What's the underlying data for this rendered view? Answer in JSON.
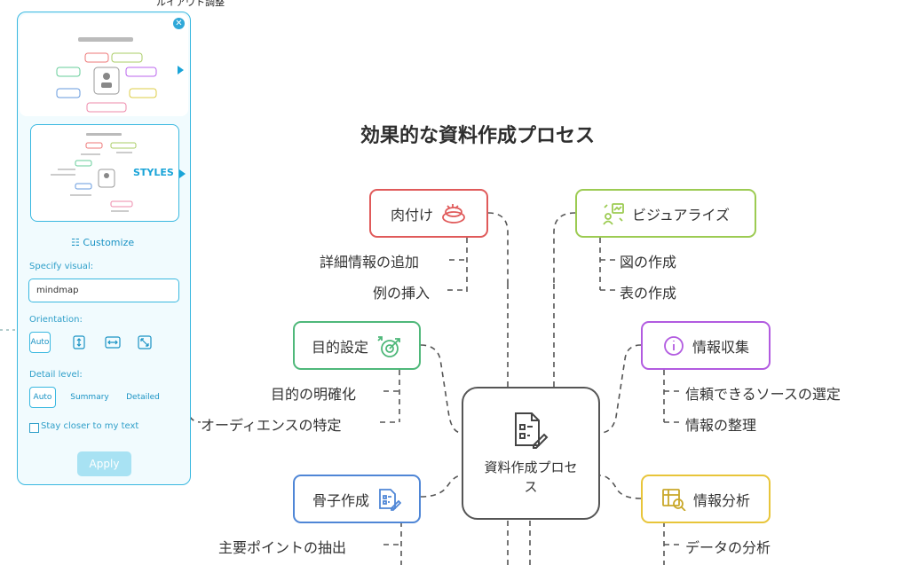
{
  "top_label": "ルイアウト調整",
  "title": "効果的な資料作成プロセス",
  "center": {
    "label": "資料作成プロセス"
  },
  "nodes": {
    "nikuzuke": {
      "label": "肉付け",
      "color": "#e05a5a"
    },
    "visualize": {
      "label": "ビジュアライズ",
      "color": "#9ccb52"
    },
    "mokuteki": {
      "label": "目的設定",
      "color": "#4fb87a"
    },
    "joho_shushu": {
      "label": "情報収集",
      "color": "#b25be0"
    },
    "honeshi": {
      "label": "骨子作成",
      "color": "#4f86d6"
    },
    "joho_bunseki": {
      "label": "情報分析",
      "color": "#e8c53a"
    }
  },
  "leaves": {
    "detail_add": "詳細情報の追加",
    "example_insert": "例の挿入",
    "figure_make": "図の作成",
    "table_make": "表の作成",
    "purpose_clarify": "目的の明確化",
    "audience_identify": "オーディエンスの特定",
    "source_select": "信頼できるソースの選定",
    "info_organize": "情報の整理",
    "main_points": "主要ポイントの抽出",
    "data_analysis": "データの分析"
  },
  "panel": {
    "styles_label": "STYLES",
    "customize_label": "Customize",
    "specify_visual_label": "Specify visual:",
    "visual_value": "mindmap",
    "orientation_label": "Orientation:",
    "orientation_auto": "Auto",
    "detail_label": "Detail level:",
    "detail_options": [
      "Auto",
      "Summary",
      "Detailed"
    ],
    "stay_closer": "Stay closer to my text",
    "apply": "Apply"
  },
  "colors": {
    "accent": "#39b8e0",
    "panel_bg": "#f1fbfe",
    "apply_bg": "#a8e2f3"
  }
}
